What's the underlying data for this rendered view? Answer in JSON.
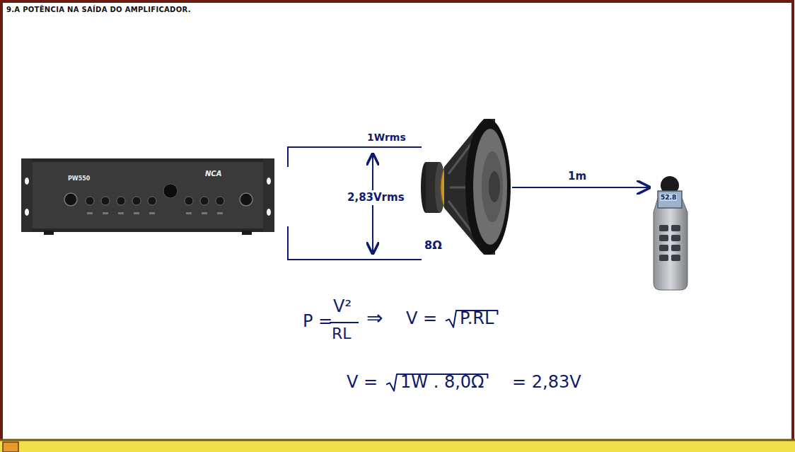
{
  "diagram": {
    "title": "9.A POTÊNCIA NA SAÍDA DO AMPLIFICADOR.",
    "nodes": [
      {
        "text": [
          "PW550",
          "NCA"
        ]
      },
      {
        "text": [
          "8Ω"
        ]
      },
      {
        "text": [
          "52.8"
        ]
      }
    ],
    "edges": [
      {
        "from": 0,
        "to": 1,
        "arrow": "none"
      },
      {
        "from": 1,
        "to": 2,
        "label": "1m",
        "arrow": "to"
      }
    ],
    "labels": [
      "1Wrms",
      "2,83Vrms",
      "P =",
      "V²",
      "RL",
      "⇒",
      "V =",
      "P.RL",
      "V =",
      "1W . 8,0Ω",
      "= 2,83V"
    ]
  }
}
